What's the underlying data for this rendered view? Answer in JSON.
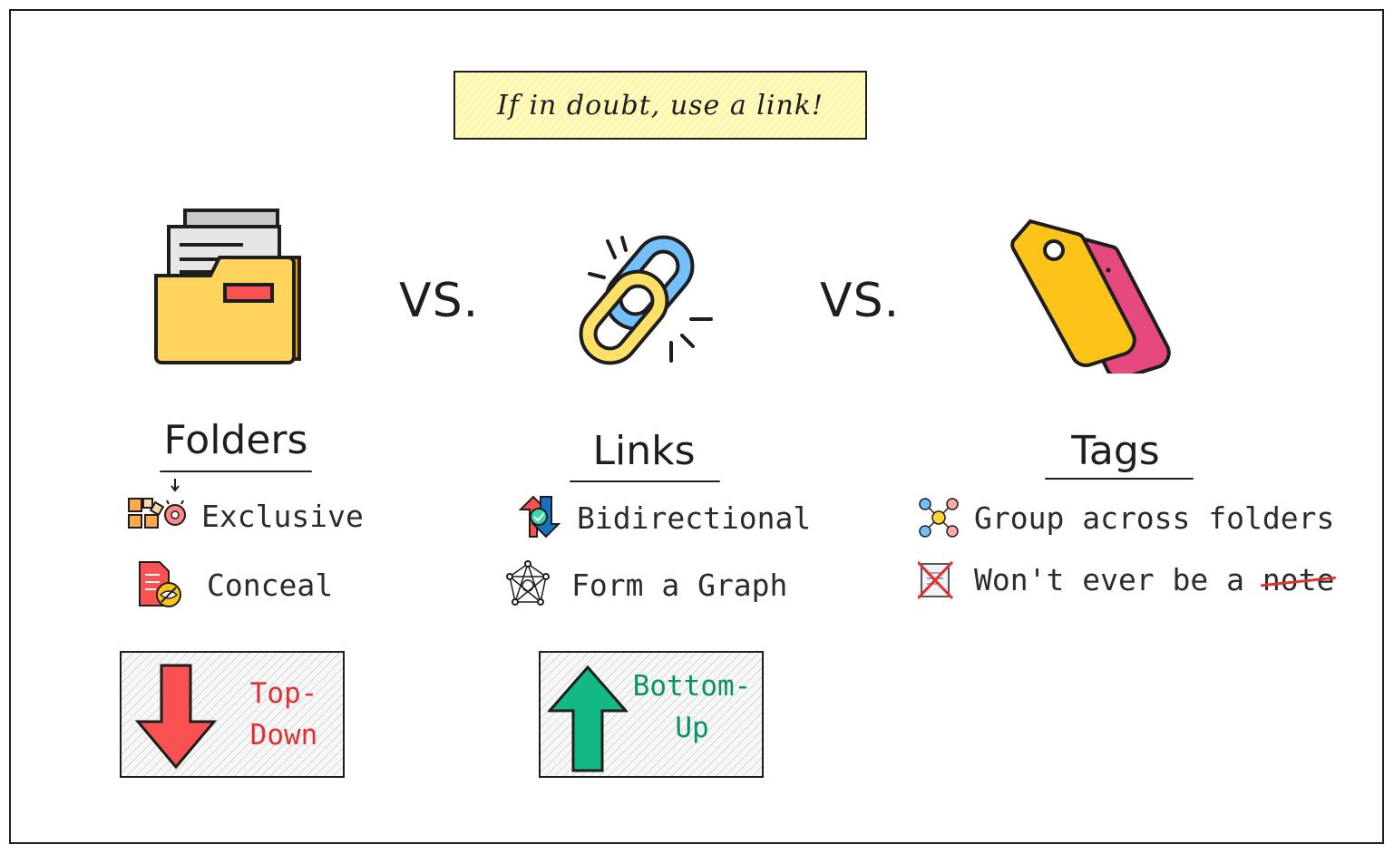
{
  "banner": {
    "text": "If in doubt, use a link!"
  },
  "vs": {
    "left": "VS.",
    "right": "VS."
  },
  "folders": {
    "title": "Folders",
    "items": [
      "Exclusive",
      "Conceal"
    ],
    "direction_label_line1": "Top-",
    "direction_label_line2": "Down",
    "direction_color": "#e03131"
  },
  "links": {
    "title": "Links",
    "items": [
      "Bidirectional",
      "Form a Graph"
    ],
    "direction_label_line1": "Bottom-",
    "direction_label_line2": "Up",
    "direction_color": "#099268"
  },
  "tags": {
    "title": "Tags",
    "items": [
      "Group across folders"
    ],
    "note_item_prefix": "Won't ever be a",
    "note_item_struck": "note"
  },
  "icons": {
    "folder": "folder-icon",
    "link": "chain-link-icon",
    "tag": "tag-icon",
    "exclusive": "boxes-icon",
    "conceal": "hidden-document-icon",
    "bidirectional": "bidirectional-arrows-icon",
    "graph": "graph-icon",
    "group": "network-group-icon",
    "not_note": "crossed-note-icon"
  }
}
